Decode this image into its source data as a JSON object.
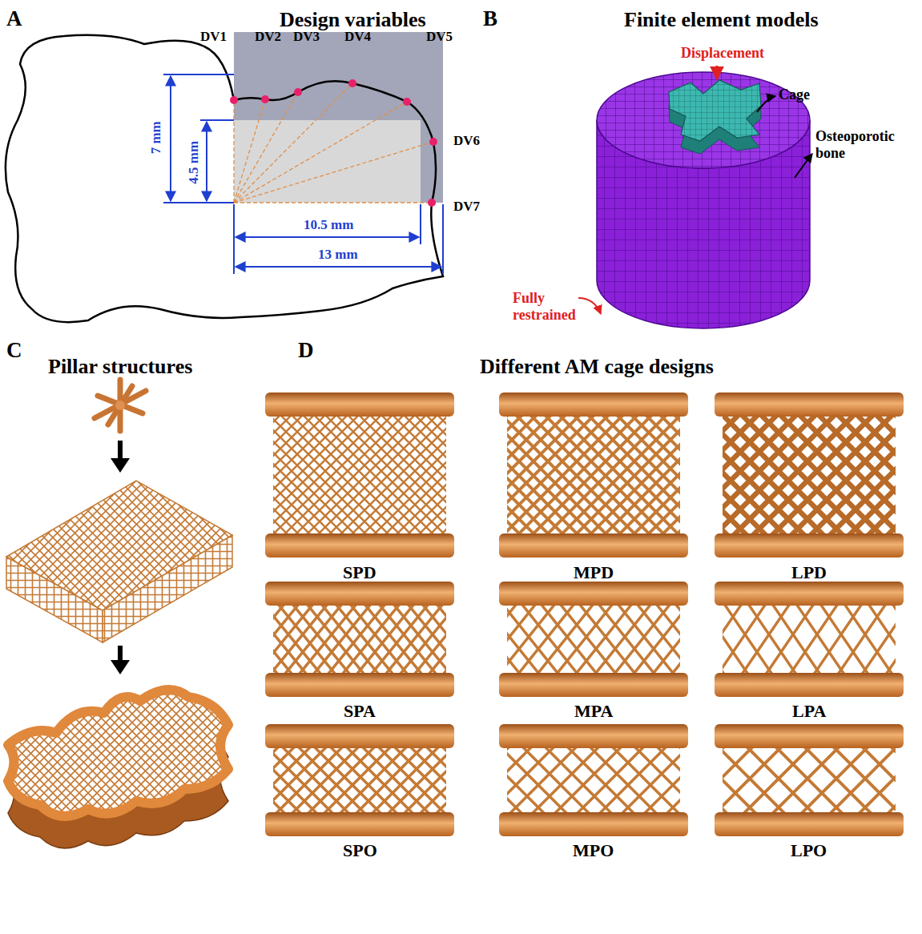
{
  "diagram": {
    "labels": [
      "A",
      "Design variables",
      "DV1",
      "DV2",
      "DV3",
      "DV4",
      "DV5",
      "DV6",
      "DV7",
      "7 mm",
      "4.5 mm",
      "10.5 mm",
      "13 mm",
      "B",
      "Finite element models",
      "Displacement",
      "Cage",
      "Osteoporotic bone",
      "Fully restrained",
      "C",
      "Pillar structures",
      "D",
      "Different AM cage designs",
      "SPD",
      "MPD",
      "LPD",
      "SPA",
      "MPA",
      "LPA",
      "SPO",
      "MPO",
      "LPO"
    ]
  }
}
